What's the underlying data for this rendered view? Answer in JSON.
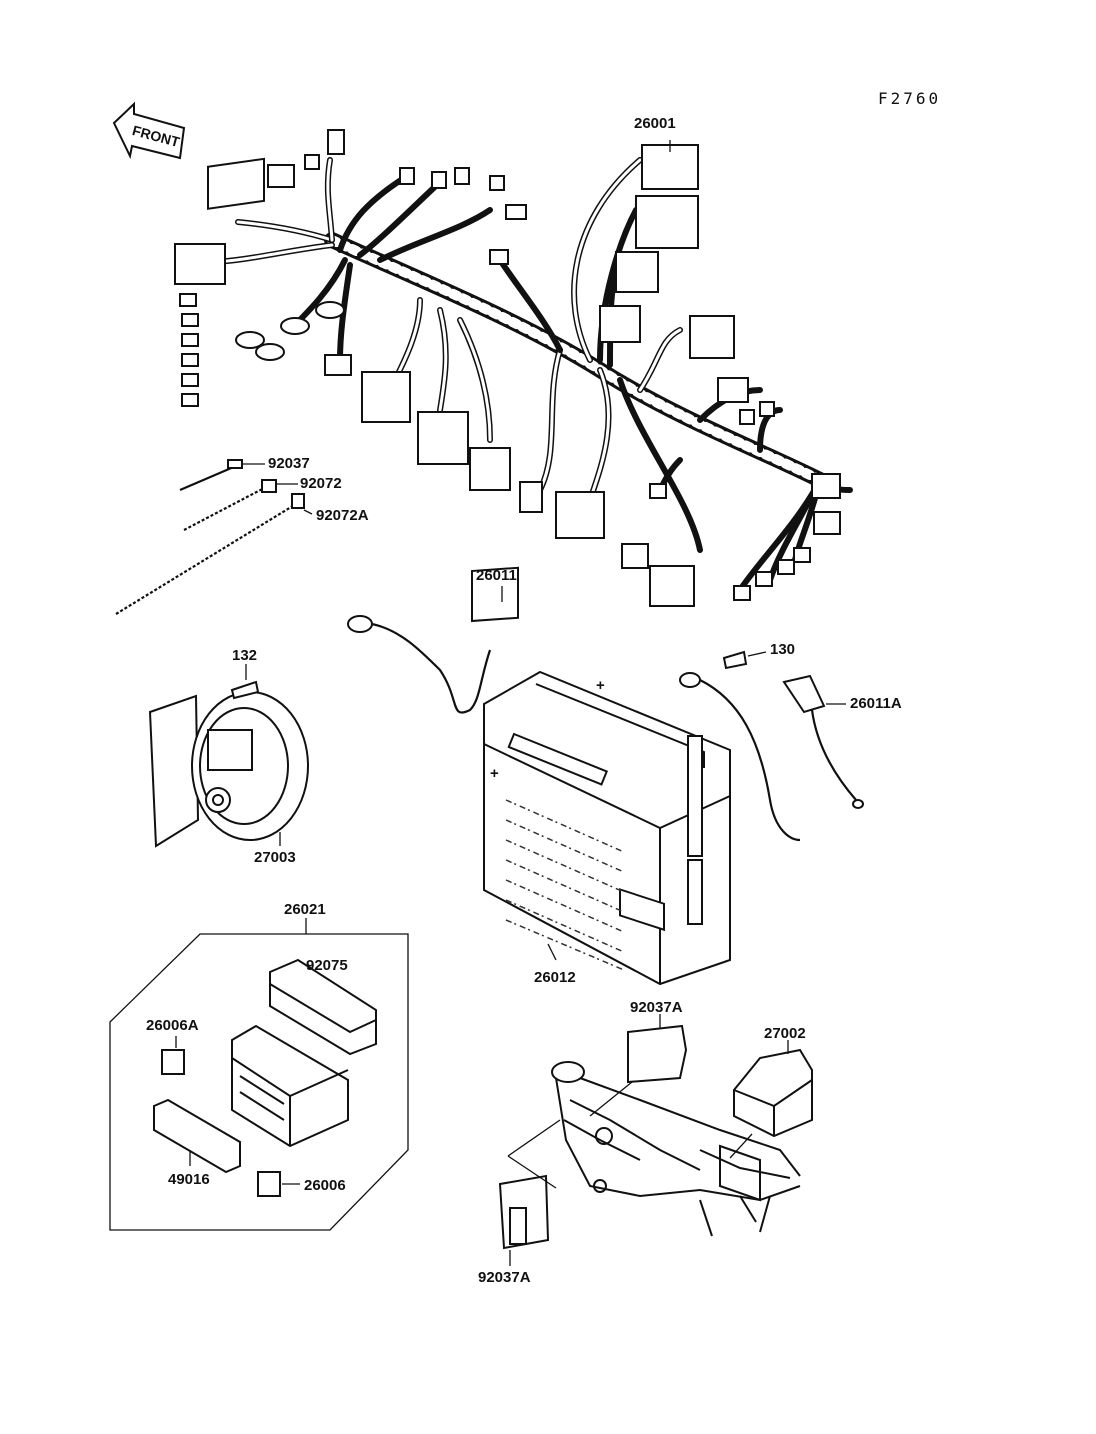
{
  "figure_code": "F2760",
  "front_arrow": {
    "label": "FRONT"
  },
  "callouts": {
    "harness": "26001",
    "strap": "92037",
    "band_short": "92072",
    "band_long": "92072A",
    "ground_lead": "26011",
    "bolt_132": "132",
    "horn": "27003",
    "bolt_130": "130",
    "battery_lead": "26011A",
    "battery": "26012",
    "junction_box": "26021",
    "holder_pad": "92075",
    "fuse_small": "26006A",
    "fuse_bracket": "49016",
    "fuse": "26006",
    "rubber_top": "92037A",
    "rubber_bottom": "92037A",
    "relay": "27002"
  }
}
